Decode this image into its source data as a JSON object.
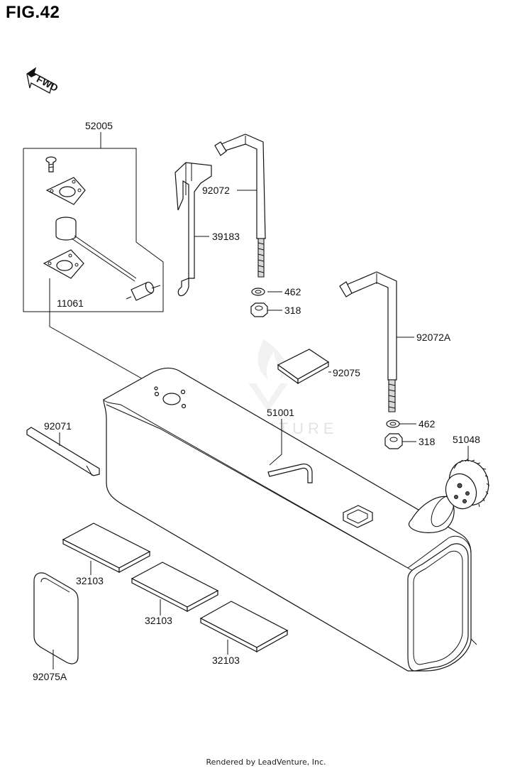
{
  "title": "FIG.42",
  "fwd_label": "FWD",
  "watermark": "LEADVENTURE",
  "footer": "Rendered by LeadVenture, Inc.",
  "callouts": [
    {
      "id": "c52005",
      "text": "52005"
    },
    {
      "id": "c11061",
      "text": "11061"
    },
    {
      "id": "c92072",
      "text": "92072"
    },
    {
      "id": "c39183",
      "text": "39183"
    },
    {
      "id": "c462a",
      "text": "462"
    },
    {
      "id": "c318a",
      "text": "318"
    },
    {
      "id": "c92072A",
      "text": "92072A"
    },
    {
      "id": "c92075",
      "text": "92075"
    },
    {
      "id": "c51001",
      "text": "51001"
    },
    {
      "id": "c462b",
      "text": "462"
    },
    {
      "id": "c318b",
      "text": "318"
    },
    {
      "id": "c51048",
      "text": "51048"
    },
    {
      "id": "c92071",
      "text": "92071"
    },
    {
      "id": "c32103a",
      "text": "32103"
    },
    {
      "id": "c32103b",
      "text": "32103"
    },
    {
      "id": "c32103c",
      "text": "32103"
    },
    {
      "id": "c92075A",
      "text": "92075A"
    }
  ]
}
